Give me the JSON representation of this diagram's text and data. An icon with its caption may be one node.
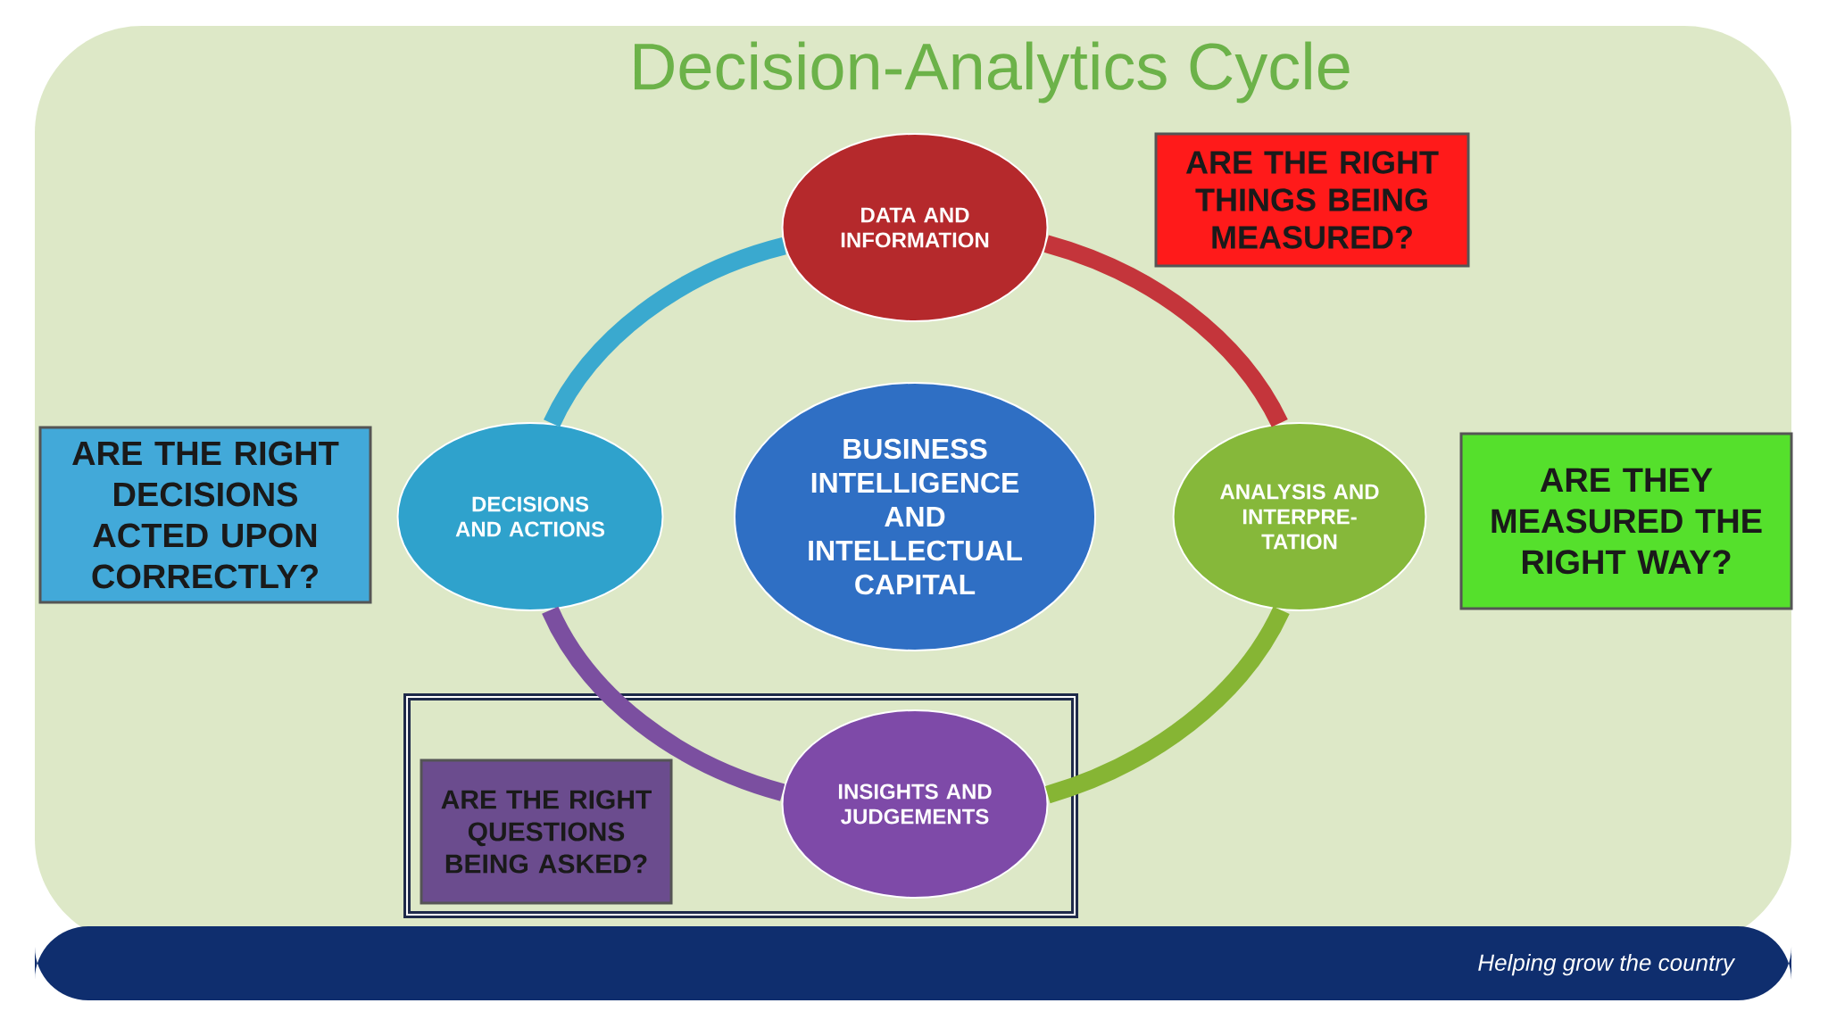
{
  "diagram": {
    "title": "Decision-Analytics Cycle",
    "nodes": [
      {
        "text": [
          "DATA AND INFORMATION"
        ]
      },
      {
        "text": [
          "ARE THE RIGHT THINGS BEING MEASURED?"
        ]
      },
      {
        "text": [
          "ARE THE RIGHT DECISIONS ACTED UPON CORRECTLY?"
        ]
      },
      {
        "text": [
          "DECISIONS AND ACTIONS"
        ]
      },
      {
        "text": [
          "BUSINESS INTELLIGENCE AND INTELLECTUAL CAPITAL"
        ]
      },
      {
        "text": [
          "ANALYSIS AND INTERPRE-TATION"
        ]
      },
      {
        "text": [
          "ARE THEY MEASURED THE RIGHT WAY?"
        ]
      },
      {
        "text": [
          "ARE THE RIGHT QUESTIONS BEING ASKED?"
        ]
      },
      {
        "text": [
          "INSIGHTS AND JUDGEMENTS"
        ]
      }
    ],
    "edges": [
      {
        "from": 0,
        "to": 5,
        "arrow": "none",
        "color": "#c4353b"
      },
      {
        "from": 5,
        "to": 8,
        "arrow": "none",
        "color": "#86b534"
      },
      {
        "from": 8,
        "to": 3,
        "arrow": "none",
        "color": "#7b4fa0"
      },
      {
        "from": 3,
        "to": 0,
        "arrow": "none",
        "color": "#3aa9cf"
      }
    ],
    "labels": [
      "Helping grow the country"
    ]
  }
}
